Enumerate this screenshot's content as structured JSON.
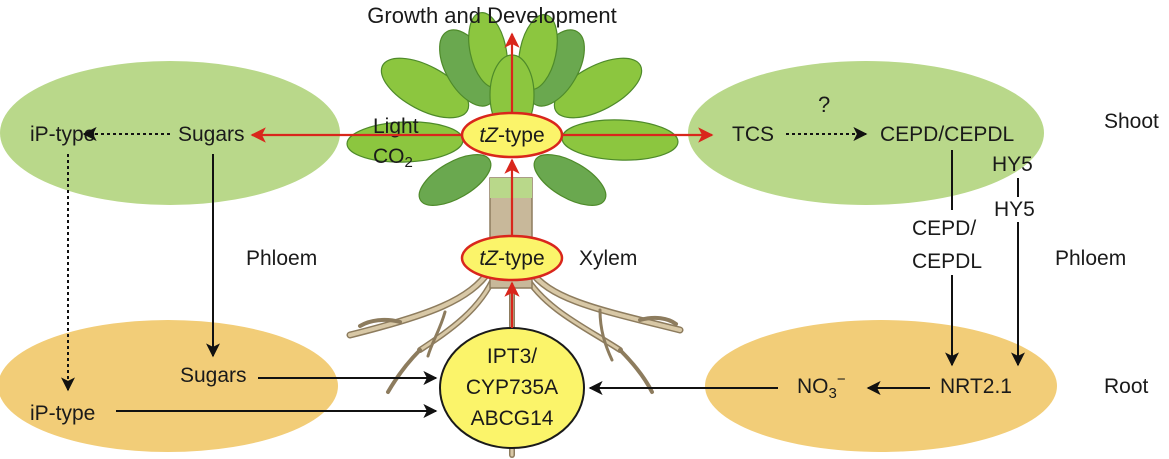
{
  "title": "Growth and Development",
  "tissues": {
    "shoot": "Shoot",
    "root": "Root"
  },
  "transport": {
    "phloem_left": "Phloem",
    "phloem_right": "Phloem",
    "xylem": "Xylem"
  },
  "left_shoot": {
    "ip_type": "iP-type",
    "sugars": "Sugars"
  },
  "left_root": {
    "ip_type": "iP-type",
    "sugars": "Sugars"
  },
  "center": {
    "light": "Light",
    "co2_main": "CO",
    "co2_sub": "2",
    "tz_top_italic": "tZ",
    "tz_top_rest": "-type",
    "tz_mid_italic": "tZ",
    "tz_mid_rest": "-type",
    "root_node_line1": "IPT3/",
    "root_node_line2": "CYP735A",
    "root_node_line3": "ABCG14"
  },
  "right_shoot": {
    "tcs": "TCS",
    "question": "?",
    "cepd": "CEPD/CEPDL",
    "hy5": "HY5"
  },
  "right_mid": {
    "cepd_line1": "CEPD/",
    "cepd_line2": "CEPDL",
    "hy5": "HY5"
  },
  "right_root": {
    "no3_main": "NO",
    "no3_sub": "3",
    "no3_sup": "−",
    "nrt": "NRT2.1"
  },
  "colors": {
    "shoot_ellipse": "#b9d88a",
    "root_ellipse": "#f2cd78",
    "node_fill": "#fbf46a",
    "node_stroke": "#d9261c",
    "red_arrow": "#d9261c",
    "leaf_light": "#8cc63f",
    "leaf_dark": "#6aa84f",
    "stem": "#c8b89a",
    "root_branch": "#b9a98a"
  }
}
